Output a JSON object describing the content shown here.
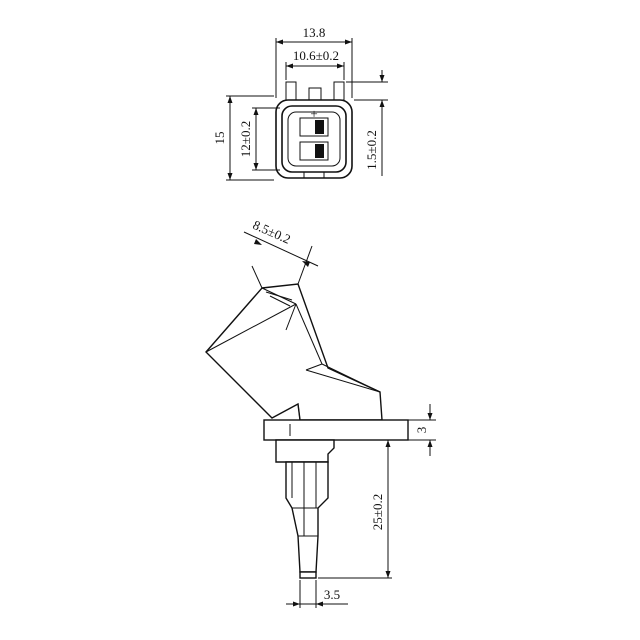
{
  "top_view": {
    "dimensions": {
      "overall_width": "13.8",
      "inner_width": "10.6±0.2",
      "overall_height": "15",
      "inner_height": "12±0.2",
      "tab_height": "1.5±0.2"
    },
    "pin_marks": {
      "upper": "+"
    }
  },
  "side_view": {
    "dimensions": {
      "connector_width": "8.5±0.2",
      "flange_thickness": "3",
      "stem_length": "25±0.2",
      "tip_width": "3.5"
    }
  }
}
